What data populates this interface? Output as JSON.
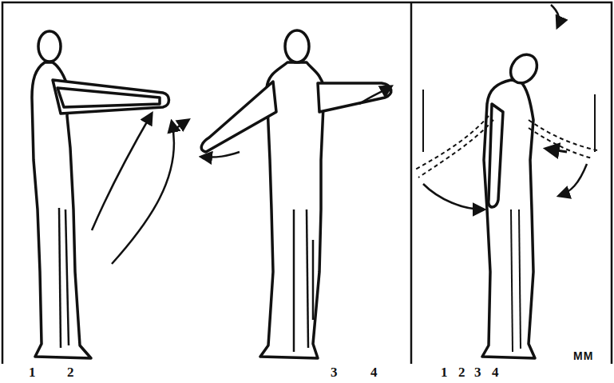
{
  "diagram": {
    "labels": [
      "1",
      "2",
      "3",
      "4",
      "1",
      "2",
      "3",
      "4",
      "MM"
    ]
  }
}
